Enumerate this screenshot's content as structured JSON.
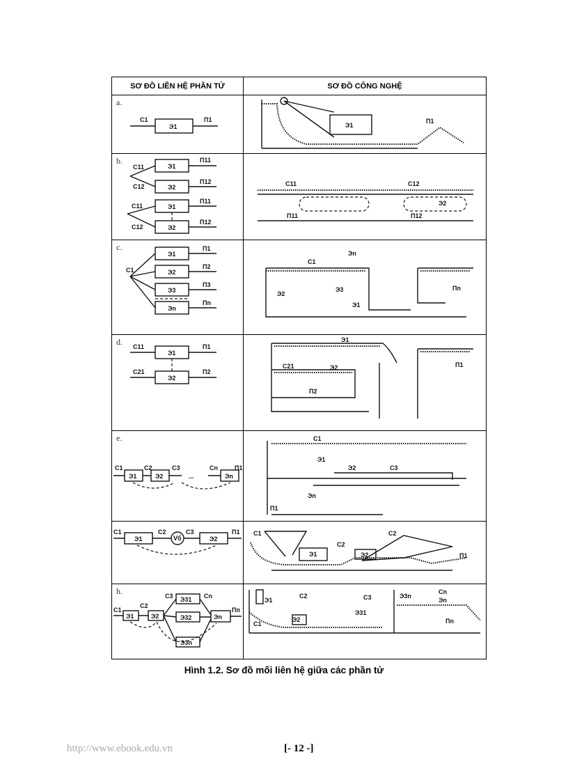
{
  "table": {
    "headers": [
      "SƠ ĐỒ LIÊN HỆ PHẦN TỬ",
      "SƠ ĐỒ CÔNG NGHỆ"
    ],
    "rows": [
      {
        "letter": "a.",
        "labels": {
          "c1": "С1",
          "e1": "Э1",
          "p1": "П1"
        }
      },
      {
        "letter": "b.",
        "labels": {
          "c11": "С11",
          "c12": "С12",
          "e1": "Э1",
          "e2": "Э2",
          "p11": "П11",
          "p12": "П12"
        }
      },
      {
        "letter": "c.",
        "labels": {
          "c1": "С1",
          "e1": "Э1",
          "e2": "Э2",
          "e3": "Э3",
          "en": "Эn",
          "p1": "П1",
          "p2": "П2",
          "p3": "П3",
          "pn": "Пn"
        }
      },
      {
        "letter": "d.",
        "labels": {
          "c11": "С11",
          "c21": "С21",
          "e1": "Э1",
          "e2": "Э2",
          "p1": "П1",
          "p2": "П2"
        }
      },
      {
        "letter": "e.",
        "labels": {
          "c1": "С1",
          "c2": "С2",
          "c3": "С3",
          "cn": "Сn",
          "e1": "Э1",
          "e2": "Э2",
          "en": "Эn",
          "p1": "П1",
          "dots": "..."
        }
      },
      {
        "letter": "",
        "labels": {
          "c1": "С1",
          "c2": "С2",
          "c3": "С3",
          "vb": "Vб",
          "e1": "Э1",
          "e2": "Э2",
          "p1": "П1"
        }
      },
      {
        "letter": "h.",
        "labels": {
          "c1": "С1",
          "c2": "С2",
          "c3": "С3",
          "cn": "Сn",
          "e1": "Э1",
          "e2": "Э2",
          "e31": "Э31",
          "e32": "Э32",
          "e3n": "Э3n",
          "en": "Эn",
          "pn": "Пn"
        }
      }
    ]
  },
  "caption": "Hình 1.2. Sơ đồ mối liên hệ giữa các phần tử",
  "footer": {
    "url": "http://www.ebook.edu.vn",
    "page": "[- 12 -]"
  }
}
